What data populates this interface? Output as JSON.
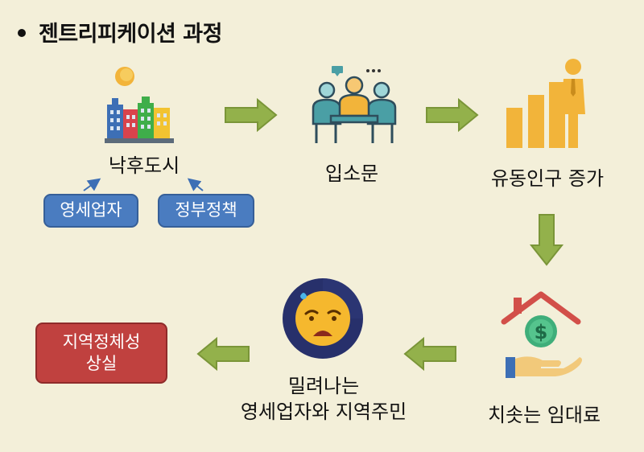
{
  "title": "젠트리피케이션 과정",
  "nodes": {
    "declining_city": "낙후도시",
    "word_of_mouth": "입소문",
    "population_increase": "유동인구 증가",
    "rent_surge": "치솟는 임대료",
    "pushed_out_line1": "밀려나는",
    "pushed_out_line2": "영세업자와 지역주민",
    "loss_line1": "지역정체성",
    "loss_line2": "상실"
  },
  "inputs": {
    "small_business": "영세업자",
    "government_policy": "정부정책"
  },
  "colors": {
    "background": "#f3efd9",
    "arrow_green": "#93b14b",
    "blue_box": "#4a7cc0",
    "red_box": "#c0413f",
    "teal_icon": "#4a9fa5",
    "gold_icon": "#f2b43a"
  },
  "icons": [
    "sun-icon",
    "city-buildings-icon",
    "meeting-people-icon",
    "growth-person-icon",
    "house-money-icon",
    "sad-face-icon"
  ]
}
